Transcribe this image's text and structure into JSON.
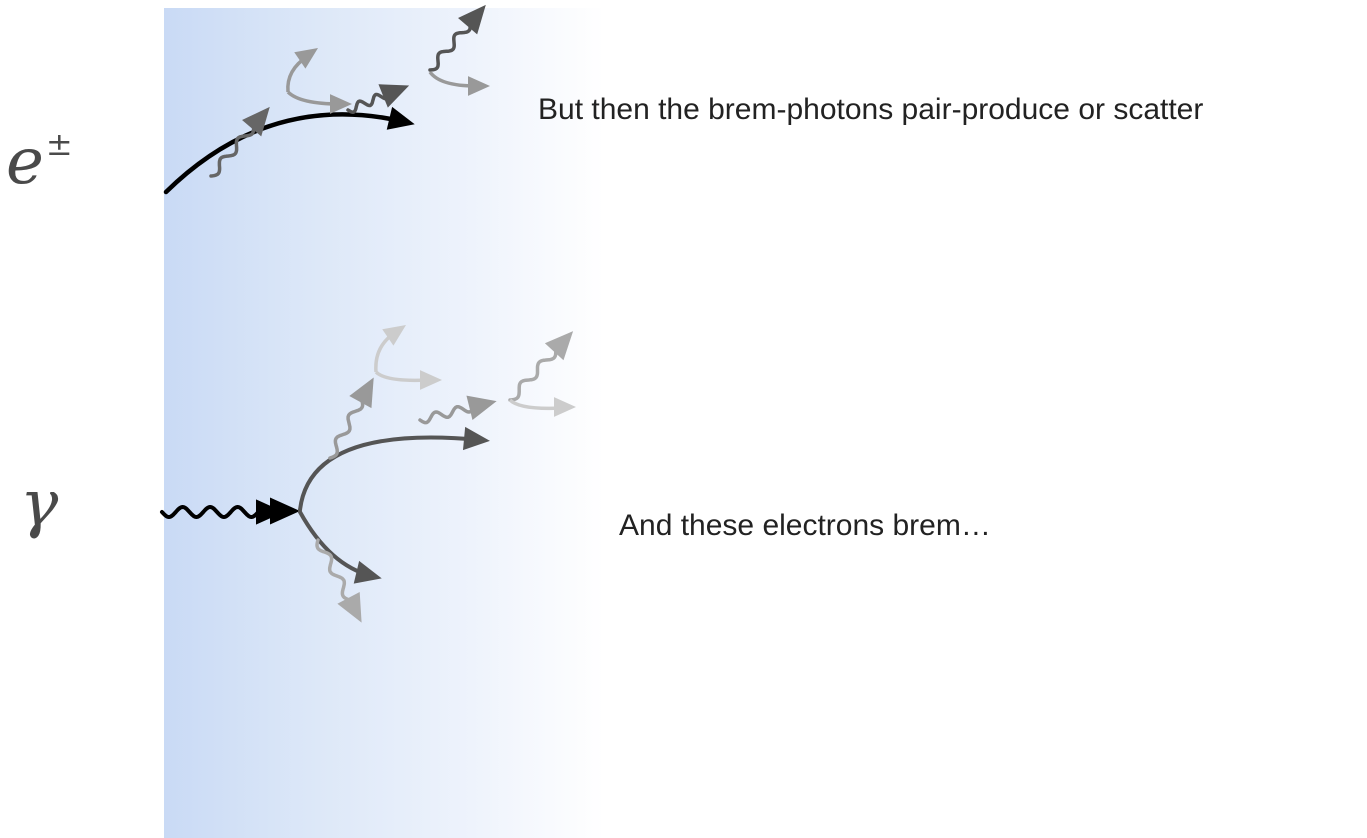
{
  "labels": {
    "electron_symbol": "e",
    "electron_charge": "±",
    "photon_symbol": "γ"
  },
  "captions": {
    "top": "But then the brem-photons pair-produce or scatter",
    "bottom": "And these electrons brem…"
  },
  "colors": {
    "medium_left": "#c9daf5",
    "medium_right": "#ffffff",
    "primary_track": "#000000",
    "secondary_track": "#555555",
    "tertiary_track": "#999999",
    "faint_track": "#cccccc"
  }
}
